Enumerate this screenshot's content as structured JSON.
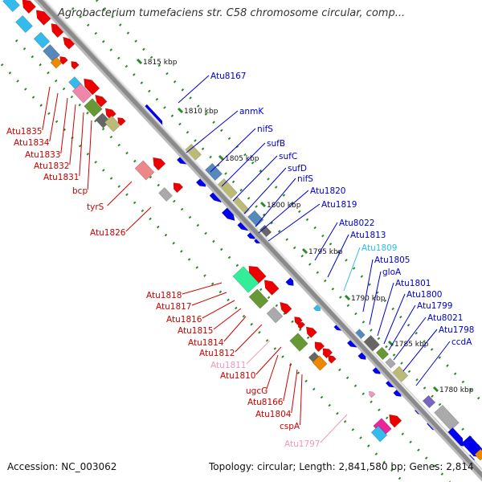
{
  "title": "Agrobacterium tumefaciens str. C58 chromosome circular, comp...",
  "footer": {
    "accession": "Accession: NC_003062",
    "summary": "Topology: circular; Length: 2,841,580 bp; Genes: 2,814"
  },
  "colors": {
    "backbone": "#8a8a8a",
    "tick": "#2a8a2a",
    "forward_label": "#0000cc",
    "reverse_label": "#cc0000",
    "pseudo_forward": "#33bbee",
    "pseudo_reverse": "#ee99bb"
  },
  "ticks": [
    {
      "label": "1815 kbp"
    },
    {
      "label": "1810 kbp"
    },
    {
      "label": "1805 kbp"
    },
    {
      "label": "1800 kbp"
    },
    {
      "label": "1795 kbp"
    },
    {
      "label": "1790 kbp"
    },
    {
      "label": "1785 kbp"
    },
    {
      "label": "1780 kbp"
    }
  ],
  "forward_genes": [
    {
      "label": "Atu8167",
      "color": "#0000cc"
    },
    {
      "label": "anmK",
      "color": "#0000cc"
    },
    {
      "label": "nifS",
      "color": "#0000cc"
    },
    {
      "label": "sufB",
      "color": "#0000cc"
    },
    {
      "label": "sufC",
      "color": "#0000cc"
    },
    {
      "label": "sufD",
      "color": "#0000cc"
    },
    {
      "label": "nifS",
      "color": "#0000cc"
    },
    {
      "label": "Atu1820",
      "color": "#0000cc"
    },
    {
      "label": "Atu1819",
      "color": "#0000cc"
    },
    {
      "label": "Atu8022",
      "color": "#0000cc"
    },
    {
      "label": "Atu1813",
      "color": "#0000cc"
    },
    {
      "label": "Atu1809",
      "color": "#33bbee"
    },
    {
      "label": "Atu1805",
      "color": "#0000cc"
    },
    {
      "label": "gloA",
      "color": "#0000cc"
    },
    {
      "label": "Atu1801",
      "color": "#0000cc"
    },
    {
      "label": "Atu1800",
      "color": "#0000cc"
    },
    {
      "label": "Atu1799",
      "color": "#0000cc"
    },
    {
      "label": "Atu8021",
      "color": "#0000cc"
    },
    {
      "label": "Atu1798",
      "color": "#0000cc"
    },
    {
      "label": "ccdA",
      "color": "#0000cc"
    }
  ],
  "reverse_genes": [
    {
      "label": "Atu1835",
      "color": "#cc0000"
    },
    {
      "label": "Atu1834",
      "color": "#cc0000"
    },
    {
      "label": "Atu1833",
      "color": "#cc0000"
    },
    {
      "label": "Atu1832",
      "color": "#cc0000"
    },
    {
      "label": "Atu1831",
      "color": "#cc0000"
    },
    {
      "label": "bcp",
      "color": "#cc0000"
    },
    {
      "label": "tyrS",
      "color": "#cc0000"
    },
    {
      "label": "Atu1826",
      "color": "#cc0000"
    },
    {
      "label": "Atu1818",
      "color": "#cc0000"
    },
    {
      "label": "Atu1817",
      "color": "#cc0000"
    },
    {
      "label": "Atu1816",
      "color": "#cc0000"
    },
    {
      "label": "Atu1815",
      "color": "#cc0000"
    },
    {
      "label": "Atu1814",
      "color": "#cc0000"
    },
    {
      "label": "Atu1812",
      "color": "#cc0000"
    },
    {
      "label": "Atu1811",
      "color": "#ee99bb"
    },
    {
      "label": "Atu1810",
      "color": "#cc0000"
    },
    {
      "label": "ugcG",
      "color": "#cc0000"
    },
    {
      "label": "Atu8166",
      "color": "#cc0000"
    },
    {
      "label": "Atu1804",
      "color": "#cc0000"
    },
    {
      "label": "cspA",
      "color": "#cc0000"
    },
    {
      "label": "Atu1797",
      "color": "#ee99bb"
    }
  ]
}
